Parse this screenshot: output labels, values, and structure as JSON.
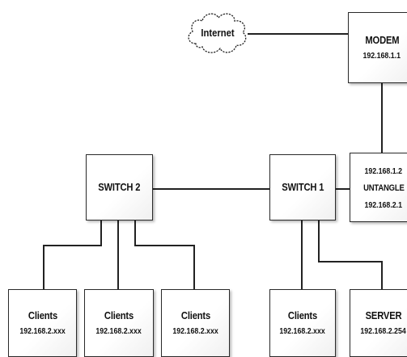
{
  "diagram": {
    "internet": {
      "label": "Internet"
    },
    "modem": {
      "title": "MODEM",
      "ip": "192.168.1.1"
    },
    "untangle": {
      "ip_wan": "192.168.1.2",
      "title": "UNTANGLE",
      "ip_lan": "192.168.2.1"
    },
    "switch1": {
      "title": "SWITCH 1"
    },
    "switch2": {
      "title": "SWITCH 2"
    },
    "clients": [
      {
        "title": "Clients",
        "ip": "192.168.2.xxx"
      },
      {
        "title": "Clients",
        "ip": "192.168.2.xxx"
      },
      {
        "title": "Clients",
        "ip": "192.168.2.xxx"
      },
      {
        "title": "Clients",
        "ip": "192.168.2.xxx"
      }
    ],
    "server": {
      "title": "SERVER",
      "ip": "192.168.2.254"
    }
  },
  "colors": {
    "line": "#222222",
    "box_border": "#2a2a2a",
    "box_fill": "#ffffff"
  }
}
